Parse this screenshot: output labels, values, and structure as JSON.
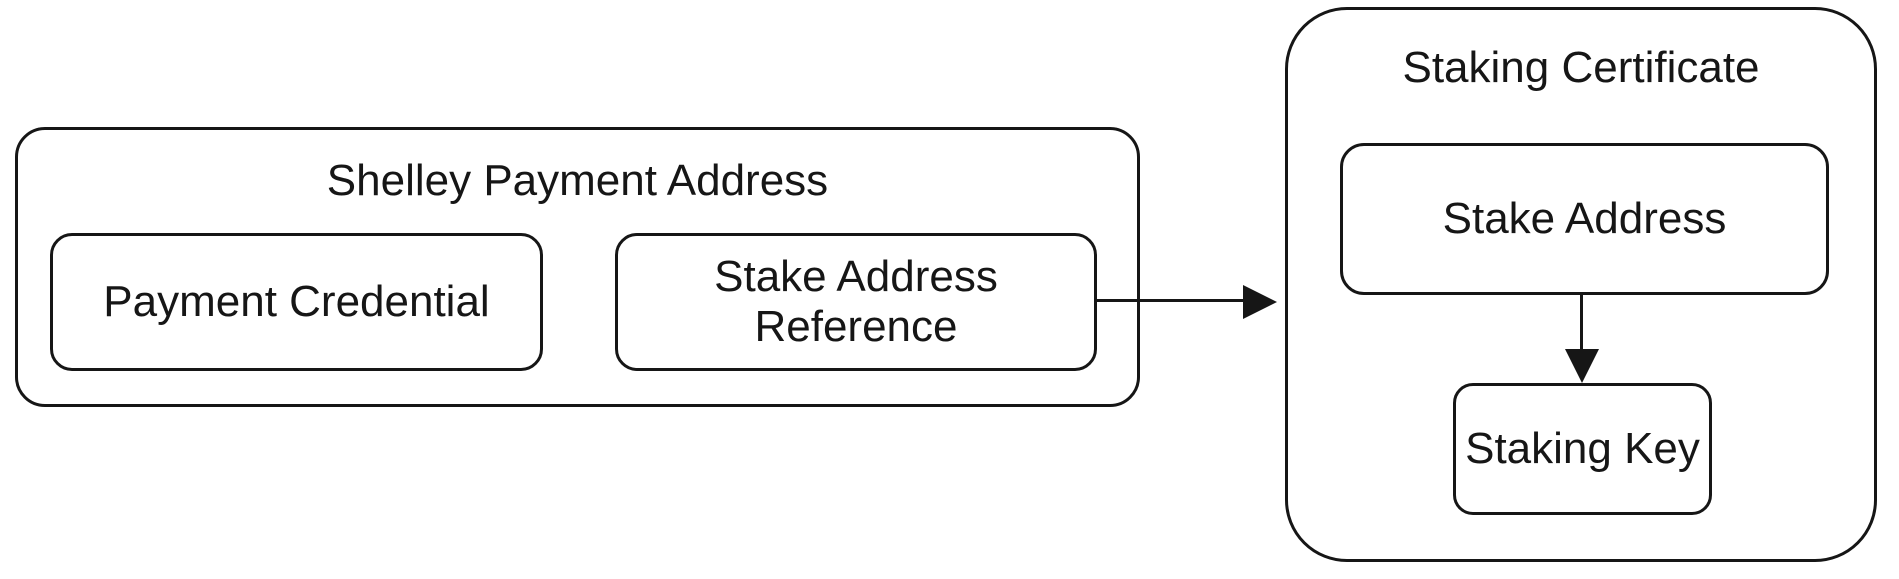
{
  "diagram": {
    "colors": {
      "background": "#ffffff",
      "stroke": "#161616",
      "text": "#161616"
    },
    "shelley_payment_address": {
      "title": "Shelley Payment Address",
      "children": {
        "payment_credential": {
          "label": "Payment Credential"
        },
        "stake_address_reference": {
          "label": "Stake Address\nReference"
        }
      }
    },
    "staking_certificate": {
      "title": "Staking Certificate",
      "children": {
        "stake_address": {
          "label": "Stake Address"
        },
        "staking_key": {
          "label": "Staking Key"
        }
      }
    },
    "edges": [
      {
        "from": "stake-address-reference",
        "to": "staking-certificate",
        "direction": "right"
      },
      {
        "from": "stake-address",
        "to": "staking-key",
        "direction": "down"
      }
    ]
  }
}
